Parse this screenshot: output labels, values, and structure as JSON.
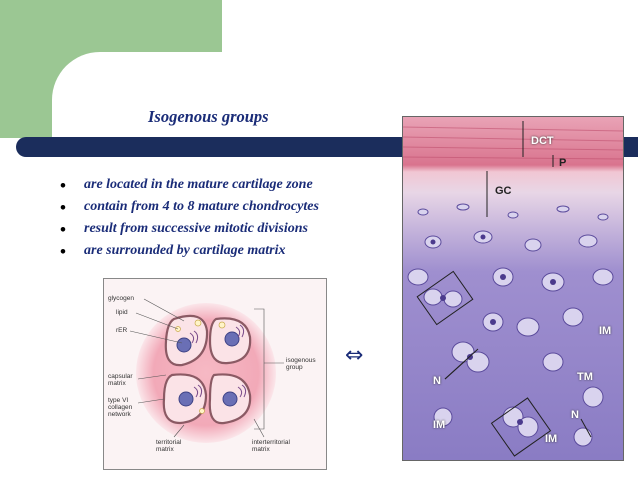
{
  "slide": {
    "title": "Isogenous groups",
    "bullets": [
      "are located in the mature cartilage zone",
      "contain from 4 to 8 mature chondrocytes",
      "result from successive mitotic divisions",
      "are surrounded by cartilage matrix"
    ],
    "arrow_symbol": "⇔"
  },
  "diagram": {
    "labels": {
      "glycogen": "glycogen",
      "lipid": "lipid",
      "rer": "rER",
      "capsular_matrix": "capsular\nmatrix",
      "collagen": "type VI\ncollagen\nnetwork",
      "territorial": "territorial\nmatrix",
      "interterritorial": "interterritorial\nmatrix",
      "isogenous_group": "isogenous\ngroup"
    }
  },
  "micrograph": {
    "labels": {
      "dct": "DCT",
      "p": "P",
      "gc": "GC",
      "im_right": "IM",
      "tm": "TM",
      "n_left": "N",
      "im_bottom_left": "IM",
      "im_bottom_mid": "IM",
      "n_bottom": "N"
    }
  },
  "colors": {
    "green": "#9bc793",
    "navy": "#1b2d5c",
    "text_blue": "#1a2c78",
    "cartilage_purple": "#8a7cc4",
    "dct_pink": "#d9748e"
  }
}
